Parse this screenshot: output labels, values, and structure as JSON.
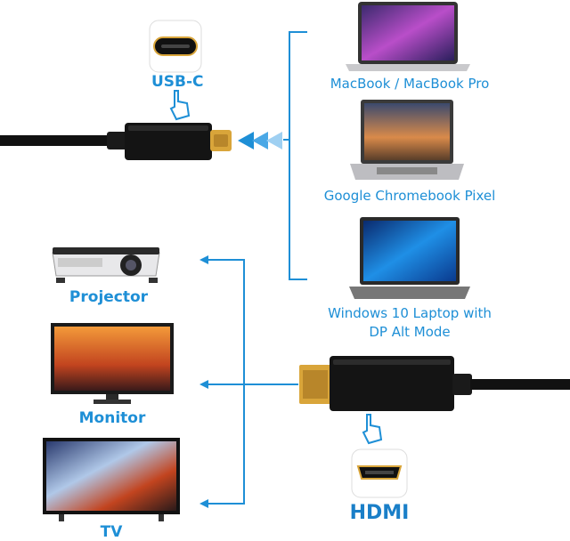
{
  "source_devices": [
    {
      "label": "MacBook / MacBook Pro",
      "icon": "macbook-icon"
    },
    {
      "label": "Google Chromebook Pixel",
      "icon": "chromebook-icon"
    },
    {
      "label_line1": "Windows 10 Laptop with",
      "label_line2": "DP Alt Mode",
      "icon": "windows-laptop-icon"
    }
  ],
  "display_devices": [
    {
      "label": "Projector",
      "icon": "projector-icon"
    },
    {
      "label": "Monitor",
      "icon": "monitor-icon"
    },
    {
      "label": "TV",
      "icon": "tv-icon"
    }
  ],
  "connectors": {
    "usbc_label": "USB-C",
    "hdmi_label": "HDMI"
  },
  "colors": {
    "accent": "#1e8fd6",
    "cable": "#111111",
    "gold": "#d9a53a"
  }
}
